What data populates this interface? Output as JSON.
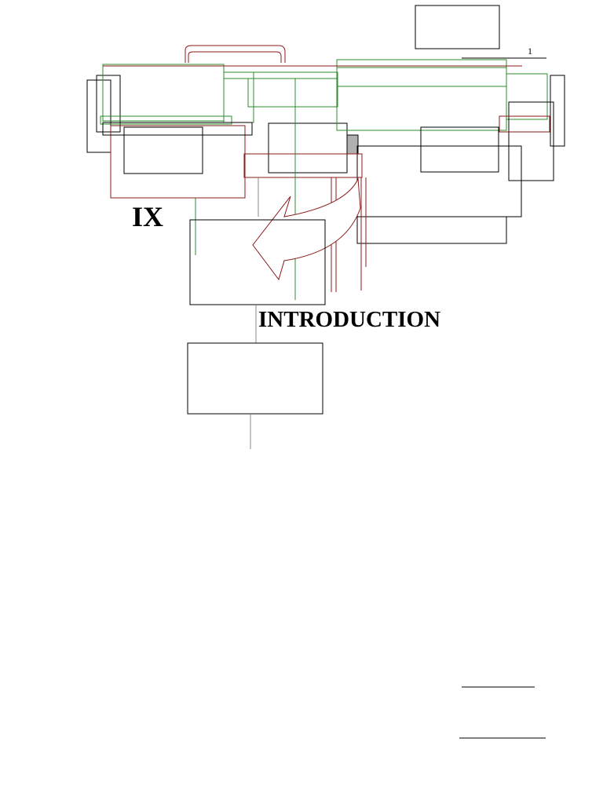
{
  "page": {
    "footnote_marker": "1",
    "chapter_number": "IX",
    "chapter_title": "INTRODUCTION"
  },
  "colors": {
    "green": "#2e8b2e",
    "red": "#8b1a1a",
    "black": "#000000",
    "grey_fill": "#b0b0b0"
  }
}
